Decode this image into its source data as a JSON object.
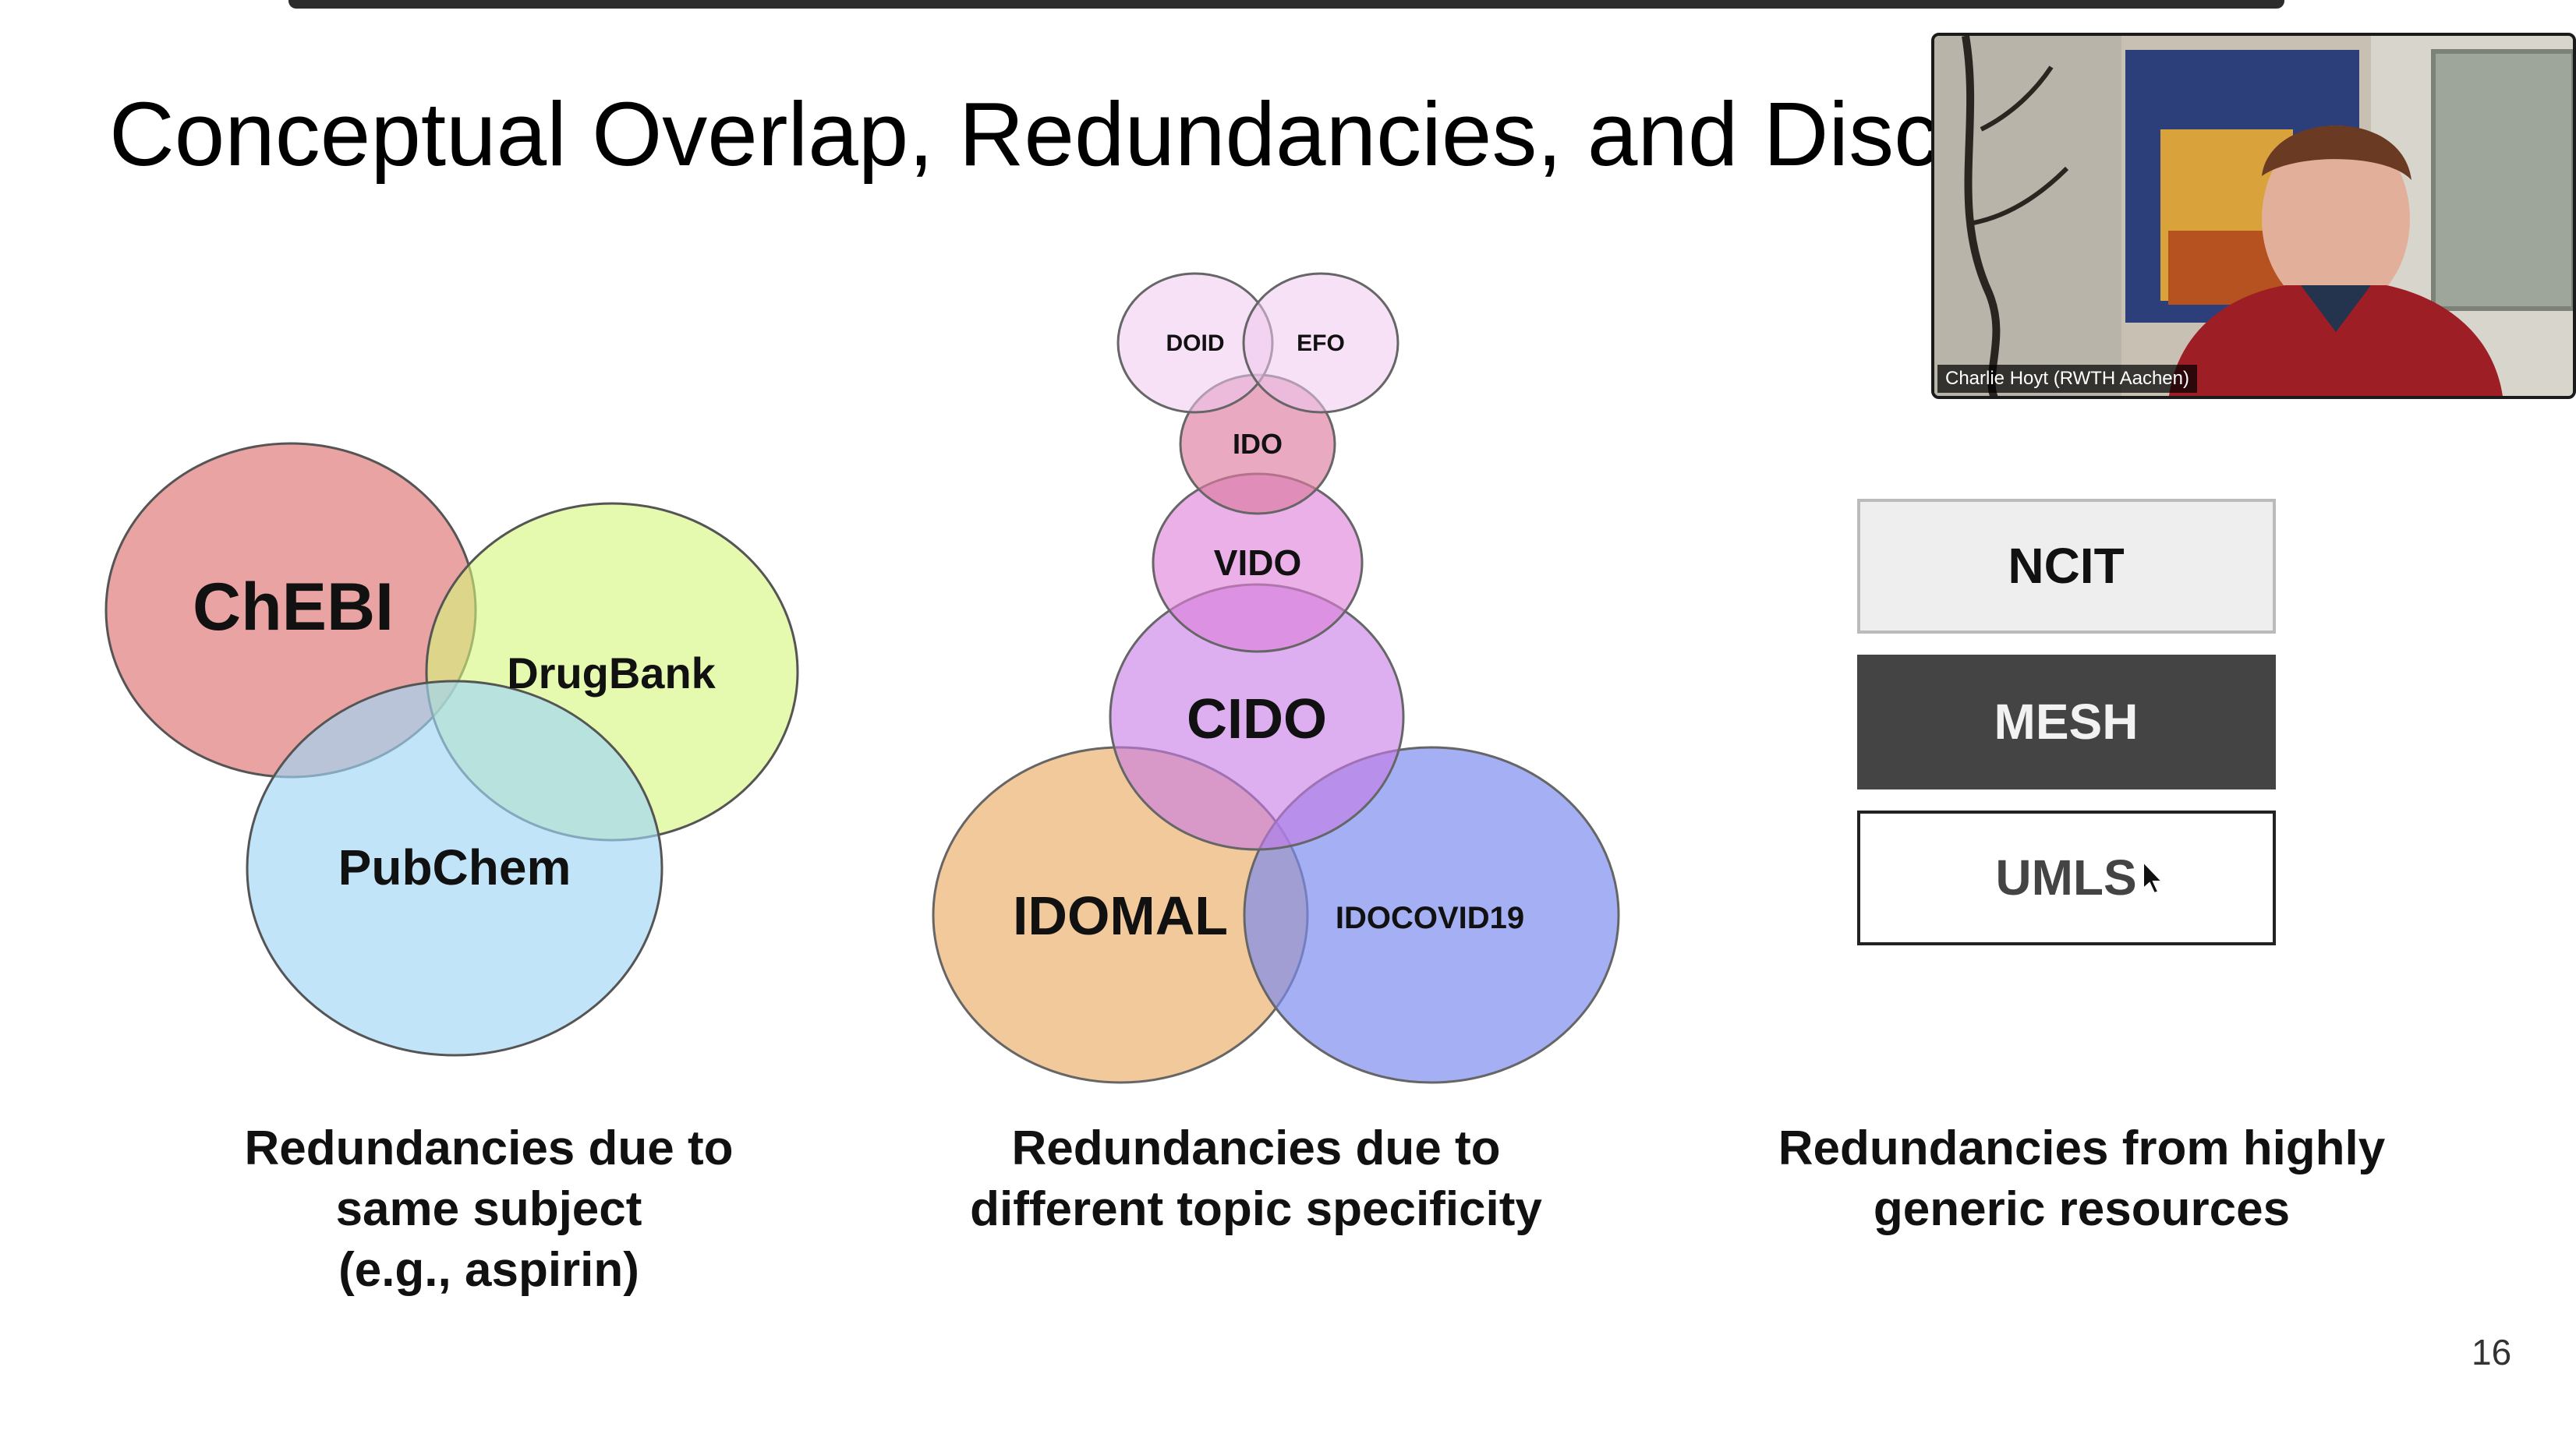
{
  "slide": {
    "title": "Conceptual Overlap, Redundancies, and Disc",
    "page_number": "16"
  },
  "diagrams": {
    "same_subject": {
      "sets": [
        "ChEBI",
        "DrugBank",
        "PubChem"
      ],
      "colors": {
        "ChEBI": "#e58f8f",
        "DrugBank": "#dcf98e",
        "PubChem": "#a8dbf7"
      },
      "caption": [
        "Redundancies due to",
        "same subject",
        "(e.g., aspirin)"
      ]
    },
    "topic_specificity": {
      "sets": [
        "DOID",
        "EFO",
        "IDO",
        "VIDO",
        "CIDO",
        "IDOMAL",
        "IDOCOVID19"
      ],
      "colors": {
        "DOID": "#f4dcf4",
        "EFO": "#f4dcf4",
        "IDO": "#e49ab8",
        "VIDO": "#e39ae1",
        "CIDO": "#d49af0",
        "IDOMAL": "#f0c28e",
        "IDOCOVID19": "#8d9cf0"
      },
      "caption": [
        "Redundancies due to",
        "different topic specificity"
      ]
    },
    "generic_resources": {
      "boxes": [
        "NCIT",
        "MESH",
        "UMLS"
      ],
      "colors": {
        "NCIT": "#eeeeee",
        "MESH": "#444444",
        "UMLS": "#ffffff"
      },
      "caption": [
        "Redundancies from highly",
        "generic resources"
      ]
    }
  },
  "video": {
    "participant_name": "Charlie Hoyt (RWTH Aachen)"
  }
}
